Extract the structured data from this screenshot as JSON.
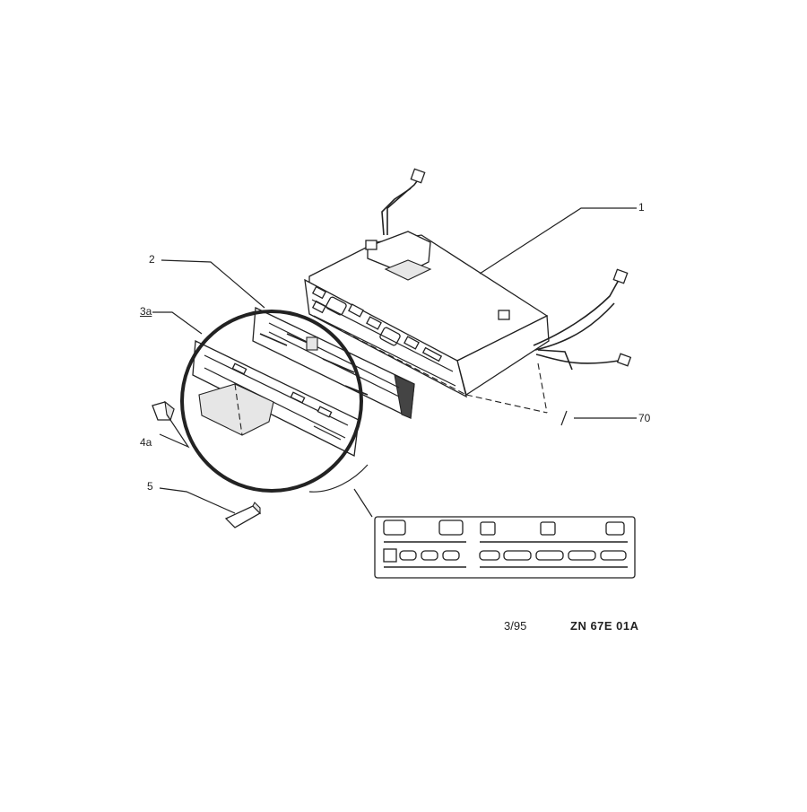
{
  "callouts": {
    "c1": "1",
    "c2": "2",
    "c3a": "3a",
    "c4a": "4a",
    "c5": "5",
    "c70": "70"
  },
  "footer": {
    "date": "3/95",
    "code": "ZN  67E 01A"
  }
}
